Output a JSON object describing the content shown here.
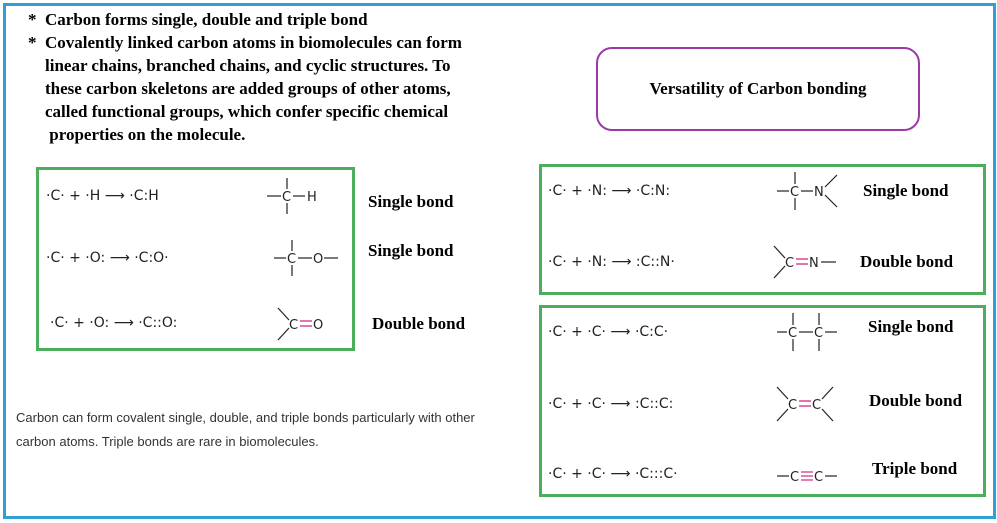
{
  "bullets": {
    "line1": "*  Carbon forms single, double and triple bond",
    "line2": "*  Covalently linked carbon atoms in biomolecules can form",
    "line3": "    linear chains, branched chains, and cyclic structures. To",
    "line4": "    these carbon skeletons are added groups of other atoms,",
    "line5": "    called functional groups, which confer specific chemical",
    "line6": "     properties on the molecule."
  },
  "title": "Versatility of Carbon bonding",
  "left_panel": [
    {
      "equation": "·C· + ·H ⟶ ·C:H",
      "label": "Single bond"
    },
    {
      "equation": "·C· + ·O: ⟶ ·C:O·",
      "label": "Single bond"
    },
    {
      "equation": "·C· + ·O: ⟶ ·C::O:",
      "label": "Double bond"
    }
  ],
  "right_top_panel": [
    {
      "equation": "·C· + ·N: ⟶ ·C:N:",
      "label": "Single bond"
    },
    {
      "equation": "·C· + ·N: ⟶ :C::N·",
      "label": "Double bond"
    }
  ],
  "right_bottom_panel": [
    {
      "equation": "·C· + ·C· ⟶ ·C:C·",
      "label": "Single bond"
    },
    {
      "equation": "·C· + ·C· ⟶ :C::C:",
      "label": "Double bond"
    },
    {
      "equation": "·C· + ·C· ⟶ ·C:::C·",
      "label": "Triple bond"
    }
  ],
  "caption": {
    "line1": "Carbon can form covalent single, double, and triple bonds particularly with other",
    "line2": "carbon atoms. Triple bonds are rare in biomolecules."
  },
  "colors": {
    "frame": "#2f9fd8",
    "panel_border": "#4cae5c",
    "title_border": "#9c3aa5",
    "multiple_bond": "#d63a8f"
  }
}
